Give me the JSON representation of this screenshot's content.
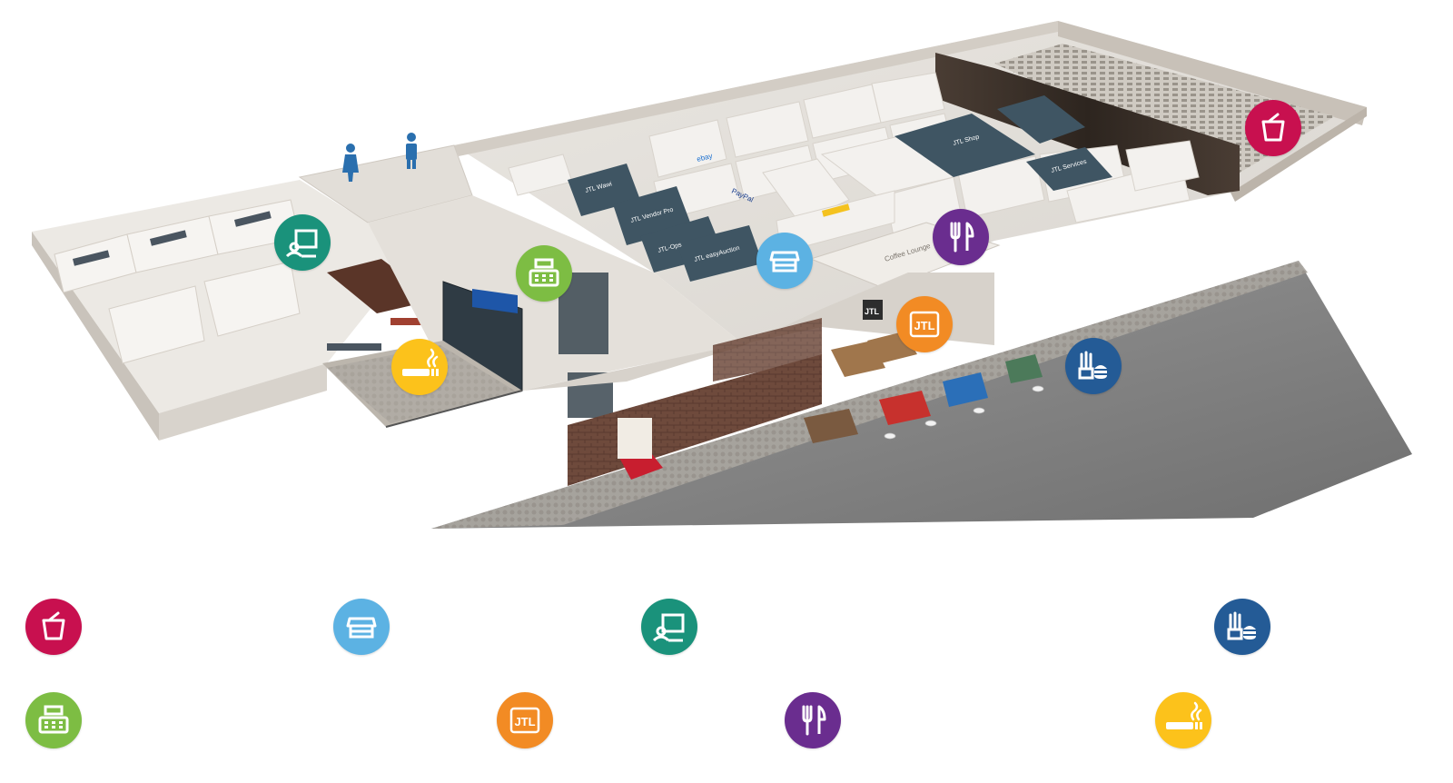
{
  "colors": {
    "lounge": "#c8104f",
    "store": "#5cb2e3",
    "presentation": "#1a927b",
    "foodtruck": "#245b96",
    "cashier": "#7dbd43",
    "jtl": "#f28b24",
    "restaurant": "#6a2d8f",
    "smoking": "#fcc21b"
  },
  "map": {
    "icons": [
      "lounge-cup-icon",
      "store-front-icon",
      "presentation-board-icon",
      "food-truck-icon",
      "cash-register-icon",
      "jtl-logo-icon",
      "fork-knife-icon",
      "cigarette-icon",
      "restroom-person-icon"
    ],
    "signs": {
      "jtl_wall": "JTL",
      "booth_ebay": "ebay",
      "booth_paypal": "PayPal",
      "booth_wawi": "JTL Wawi",
      "booth_vendor": "JTL Vendor Pro",
      "booth_ops": "JTL-Ops",
      "booth_easyauction": "JTL easyAuction",
      "booth_shop": "JTL Shop",
      "booth_services": "JTL Services",
      "coffee": "Coffee Lounge"
    }
  },
  "legend": {
    "row1": [
      "lounge-cup-icon",
      "store-front-icon",
      "presentation-board-icon",
      "food-truck-icon"
    ],
    "row2": [
      "cash-register-icon",
      "jtl-logo-icon",
      "fork-knife-icon",
      "cigarette-icon"
    ],
    "jtl_text": "JTL"
  }
}
